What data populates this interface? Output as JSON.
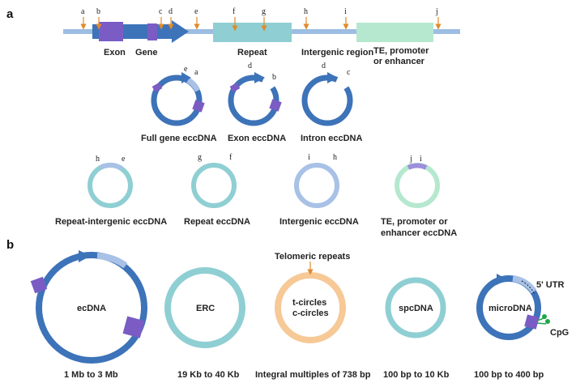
{
  "panel_a": "a",
  "panel_b": "b",
  "genome": {
    "sites": [
      "a",
      "b",
      "c",
      "d",
      "e",
      "f",
      "g",
      "h",
      "i",
      "j"
    ],
    "exon_label": "Exon",
    "gene_label": "Gene",
    "repeat_label": "Repeat",
    "intergenic_label": "Intergenic region",
    "te_label_line1": "TE, promoter",
    "te_label_line2": "or enhancer"
  },
  "circles_row1": [
    {
      "title": "Full gene eccDNA",
      "sites": [
        "e",
        "a"
      ]
    },
    {
      "title": "Exon eccDNA",
      "sites": [
        "d",
        "b"
      ]
    },
    {
      "title": "Intron eccDNA",
      "sites": [
        "d",
        "c"
      ]
    }
  ],
  "circles_row2": [
    {
      "title": "Repeat-intergenic eccDNA",
      "sites": [
        "h",
        "e"
      ]
    },
    {
      "title": "Repeat eccDNA",
      "sites": [
        "g",
        "f"
      ]
    },
    {
      "title": "Intergenic eccDNA",
      "sites": [
        "i",
        "h"
      ]
    },
    {
      "title_line1": "TE, promoter or",
      "title_line2": "enhancer eccDNA",
      "sites": [
        "j",
        "i"
      ]
    }
  ],
  "types_b": [
    {
      "name": "ecDNA",
      "size": "1 Mb to 3 Mb"
    },
    {
      "name": "ERC",
      "size": "19 Kb to 40 Kb"
    },
    {
      "name_line1": "t-circles",
      "name_line2": "c-circles",
      "size": "Integral multiples of 738 bp",
      "annotation": "Telomeric repeats"
    },
    {
      "name": "spcDNA",
      "size": "100 bp to 10 Kb"
    },
    {
      "name": "microDNA",
      "size": "100 bp to 400 bp",
      "utr": "5' UTR",
      "cpg": "CpG"
    }
  ],
  "colors": {
    "gene_blue": "#3d73b9",
    "exon_purple": "#7a5cc4",
    "backbone": "#9dbde3",
    "repeat_teal": "#8fcfd3",
    "te_green": "#b5e8cf",
    "intergenic": "#a9c1e6",
    "tcircle": "#f6c996",
    "arrow_orange": "#e08a2a",
    "cpg_green": "#1ea64b"
  }
}
